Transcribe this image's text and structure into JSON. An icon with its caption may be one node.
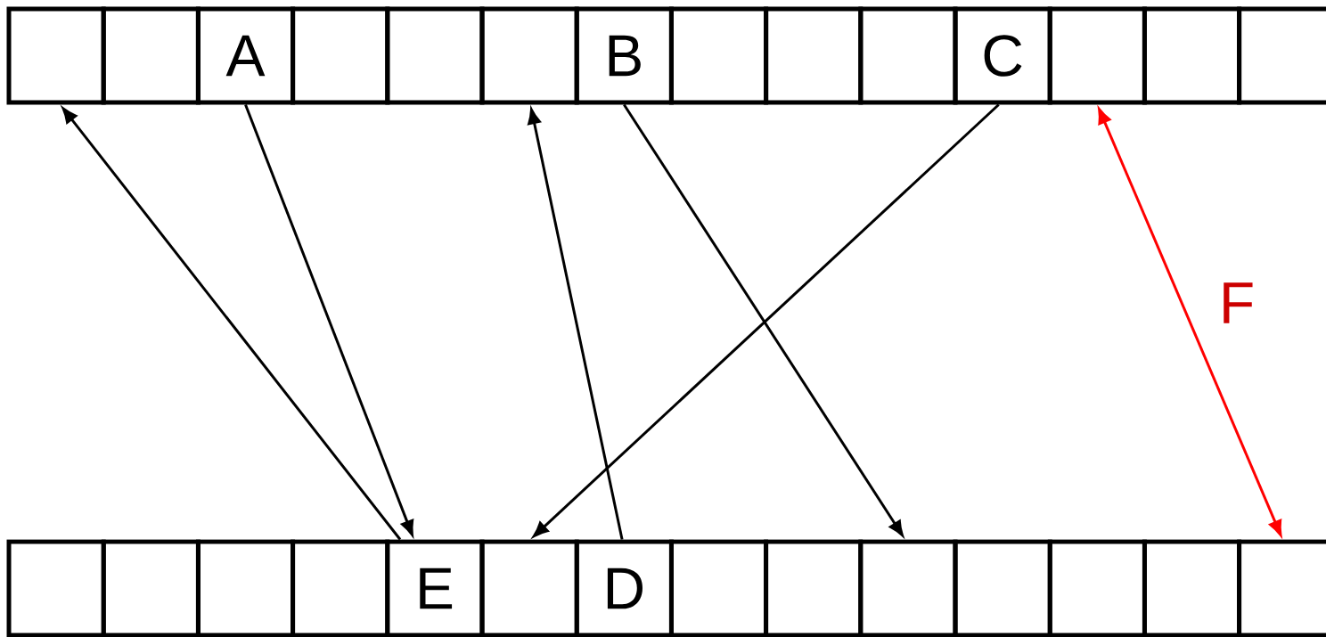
{
  "diagram": {
    "nodes": [
      {
        "text": [],
        "shape": "box"
      },
      {
        "text": [],
        "shape": "box"
      },
      {
        "text": [
          "A"
        ]
      },
      {
        "text": [],
        "shape": "box"
      },
      {
        "text": [],
        "shape": "box"
      },
      {
        "text": [],
        "shape": "box"
      },
      {
        "text": [
          "B"
        ]
      },
      {
        "text": [],
        "shape": "box"
      },
      {
        "text": [],
        "shape": "box"
      },
      {
        "text": [],
        "shape": "box"
      },
      {
        "text": [
          "C"
        ]
      },
      {
        "text": [],
        "shape": "box"
      },
      {
        "text": [],
        "shape": "box"
      },
      {
        "text": [],
        "shape": "box"
      },
      {
        "text": [],
        "shape": "box"
      },
      {
        "text": [],
        "shape": "box"
      },
      {
        "text": [],
        "shape": "box"
      },
      {
        "text": [],
        "shape": "box"
      },
      {
        "text": [
          "E"
        ]
      },
      {
        "text": [],
        "shape": "box"
      },
      {
        "text": [
          "D"
        ]
      },
      {
        "text": [],
        "shape": "box"
      },
      {
        "text": [],
        "shape": "box"
      },
      {
        "text": [],
        "shape": "box"
      },
      {
        "text": [],
        "shape": "box"
      },
      {
        "text": [],
        "shape": "box"
      },
      {
        "text": [],
        "shape": "box"
      },
      {
        "text": [],
        "shape": "box"
      }
    ],
    "edges": [
      {
        "from": 2,
        "to": 18,
        "arrow": "to"
      },
      {
        "from": 18,
        "to": 0,
        "arrow": "to"
      },
      {
        "from": 20,
        "to": 5,
        "arrow": "to"
      },
      {
        "from": 6,
        "to": 23,
        "arrow": "to"
      },
      {
        "from": 10,
        "to": 19,
        "arrow": "to"
      },
      {
        "from": 11,
        "to": 27,
        "arrow": "both",
        "color": "#ff0000",
        "label": "F"
      }
    ]
  }
}
